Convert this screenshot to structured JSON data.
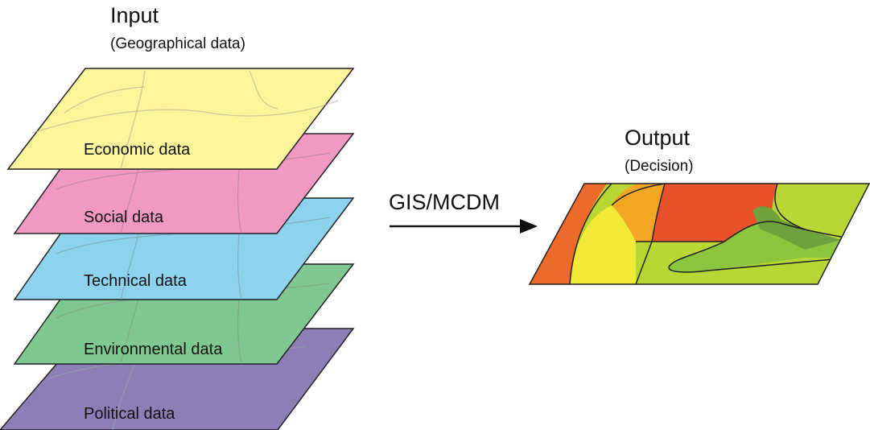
{
  "input": {
    "title": "Input",
    "subtitle": "(Geographical data)"
  },
  "layers": [
    {
      "label": "Economic data",
      "color": "#fbf59b"
    },
    {
      "label": "Social data",
      "color": "#f198c5"
    },
    {
      "label": "Technical data",
      "color": "#8dd3ee"
    },
    {
      "label": "Environmental data",
      "color": "#80c891"
    },
    {
      "label": "Political data",
      "color": "#8d7fb6"
    }
  ],
  "process": {
    "label": "GIS/MCDM"
  },
  "output": {
    "title": "Output",
    "subtitle": "(Decision)",
    "colors": {
      "red": "#e8512b",
      "orange": "#f3a623",
      "yellow": "#f2ea36",
      "light_green": "#b8d634",
      "mid_green": "#8cc63e",
      "dark_green": "#6fa23c",
      "orange_red": "#ee6a2a"
    }
  }
}
